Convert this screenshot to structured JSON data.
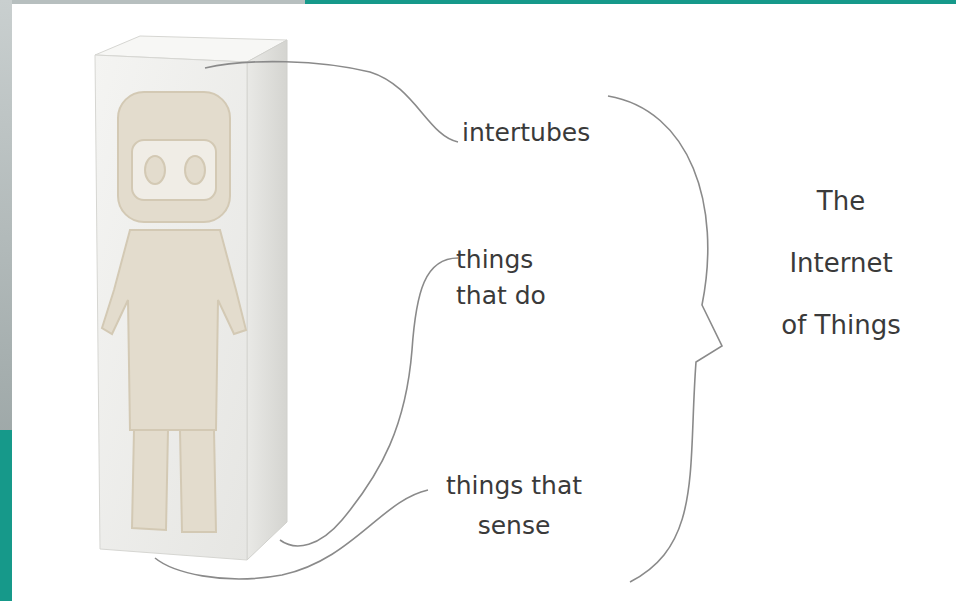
{
  "diagram": {
    "labels": [
      "intertubes",
      "things that do",
      "things that sense",
      "The Internet of Things"
    ]
  }
}
